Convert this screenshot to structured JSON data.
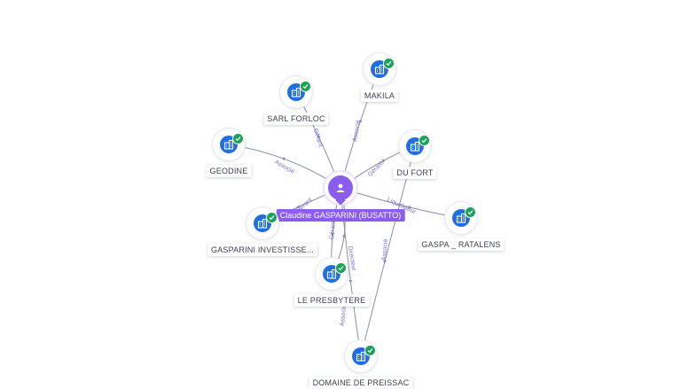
{
  "colors": {
    "person": "#8a5cf0",
    "company": "#1f6fe0",
    "check": "#1aa15a",
    "edge": "#8c8fa6",
    "edge_label": "#7a6fd6"
  },
  "center": {
    "name": "Claudine GASPARINI (BUSATTO)",
    "icon": "person-icon"
  },
  "companies": [
    {
      "id": "makila",
      "label": "MAKILA",
      "icon": "company-icon",
      "status_icon": "verified-check-icon"
    },
    {
      "id": "sarl_forloc",
      "label": "SARL FORLOC",
      "icon": "company-icon",
      "status_icon": "verified-check-icon"
    },
    {
      "id": "geodine",
      "label": "GEODINE",
      "icon": "company-icon",
      "status_icon": "verified-check-icon"
    },
    {
      "id": "du_fort",
      "label": "DU FORT",
      "icon": "company-icon",
      "status_icon": "verified-check-icon"
    },
    {
      "id": "gaspa_ratalens",
      "label": "GASPA _ RATALENS",
      "icon": "company-icon",
      "status_icon": "verified-check-icon"
    },
    {
      "id": "gasparini_investissements",
      "label": "GASPARINI INVESTISSE...",
      "icon": "company-icon",
      "status_icon": "verified-check-icon"
    },
    {
      "id": "le_presbytere",
      "label": "LE PRESBYTERE",
      "icon": "company-icon",
      "status_icon": "verified-check-icon"
    },
    {
      "id": "domaine_de_preissac",
      "label": "DOMAINE DE PREISSAC",
      "icon": "company-icon",
      "status_icon": "verified-check-icon"
    }
  ],
  "edges": [
    {
      "from": "center",
      "to": "makila",
      "label": "Associé"
    },
    {
      "from": "center",
      "to": "sarl_forloc",
      "label": "Gérant"
    },
    {
      "from": "center",
      "to": "geodine",
      "label": "Associé"
    },
    {
      "from": "center",
      "to": "du_fort",
      "label": "Gérant"
    },
    {
      "from": "center",
      "to": "gaspa_ratalens",
      "label": "Liquidateur"
    },
    {
      "from": "center",
      "to": "gasparini_investissements",
      "label": "Gérant"
    },
    {
      "from": "center",
      "to": "le_presbytere",
      "label": "Gérant"
    },
    {
      "from": "center",
      "to": "le_presbytere",
      "label": "Directeur"
    },
    {
      "from": "center",
      "to": "domaine_de_preissac",
      "label": "Associé"
    },
    {
      "from": "du_fort",
      "to": "domaine_de_preissac",
      "label": "Associé"
    }
  ]
}
